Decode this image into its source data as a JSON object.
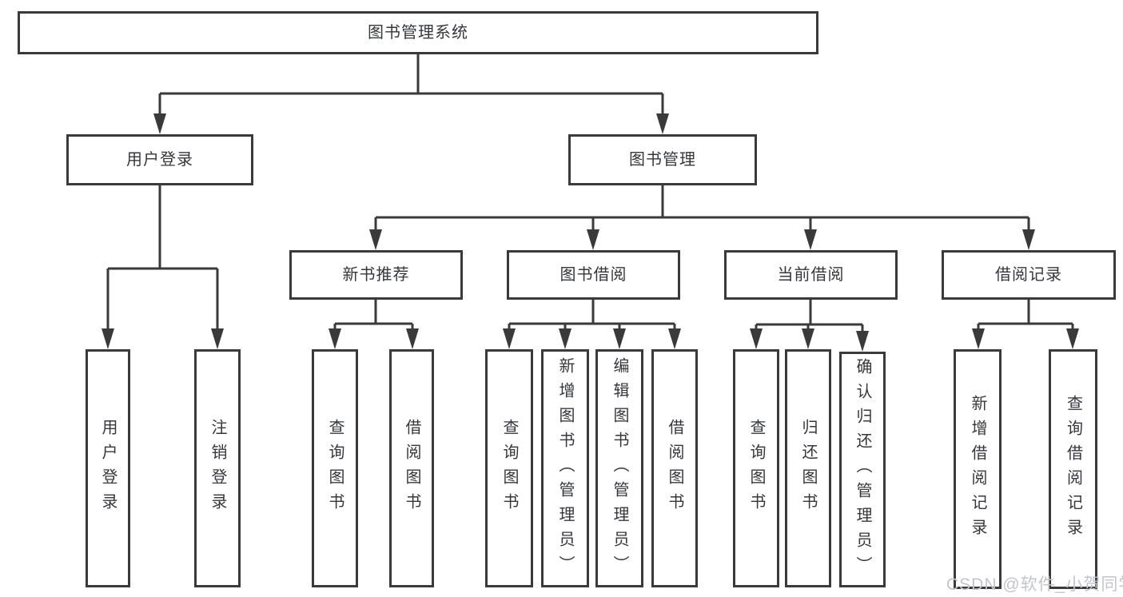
{
  "nodes": {
    "root": "图书管理系统",
    "user_login": "用户登录",
    "book_management": "图书管理",
    "new_book_recommend": "新书推荐",
    "book_borrowing": "图书借阅",
    "current_borrowing": "当前借阅",
    "borrowing_records": "借阅记录",
    "leaf_user_login": "用户登录",
    "leaf_logout": "注销登录",
    "leaf_query_books_recommend": "查询图书",
    "leaf_borrow_books_recommend": "借阅图书",
    "leaf_query_books_borrowing": "查询图书",
    "leaf_add_book_admin": "新增图书（管理员）",
    "leaf_edit_book_admin": "编辑图书（管理员）",
    "leaf_borrow_books_borrowing": "借阅图书",
    "leaf_query_books_current": "查询图书",
    "leaf_return_book": "归还图书",
    "leaf_confirm_return_admin": "确认归还（管理员）",
    "leaf_add_borrow_record": "新增借阅记录",
    "leaf_query_borrow_record": "查询借阅记录"
  },
  "watermark": "CSDN @软件_小贺同学",
  "colors": {
    "line": "#3a3a3a",
    "text": "#36373c",
    "watermark": "#c3c5cb"
  }
}
